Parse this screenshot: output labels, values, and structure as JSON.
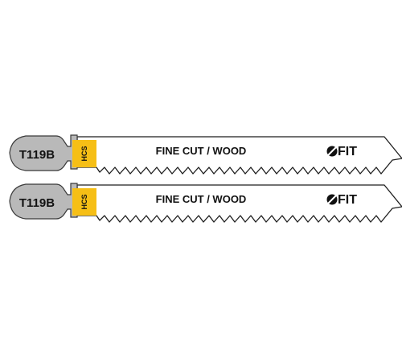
{
  "blades": [
    {
      "model": "T119B",
      "material": "HCS",
      "description": "FINE CUT / WOOD",
      "brand": "FIT"
    },
    {
      "model": "T119B",
      "material": "HCS",
      "description": "FINE CUT / WOOD",
      "brand": "FIT"
    }
  ],
  "colors": {
    "shank": "#b9b9b9",
    "shank_outline": "#3a3a3a",
    "material_band": "#f6bf16",
    "blade": "#ffffff",
    "blade_outline": "#1e1e1e",
    "text": "#111111"
  },
  "icons": {
    "brand_logo": "fit-logo-icon"
  }
}
